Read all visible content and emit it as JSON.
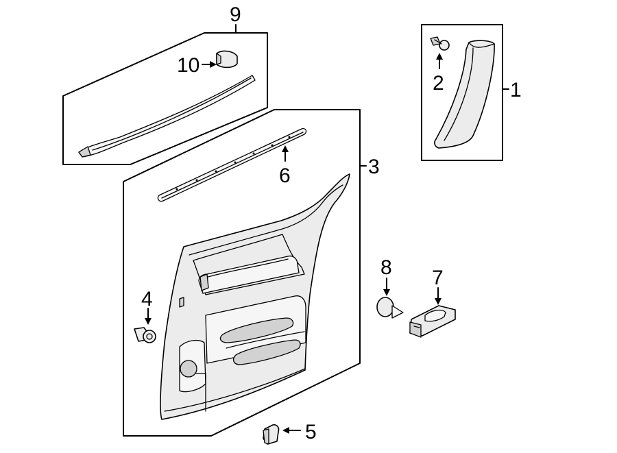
{
  "callouts": {
    "c1": "1",
    "c2": "2",
    "c3": "3",
    "c4": "4",
    "c5": "5",
    "c6": "6",
    "c7": "7",
    "c8": "8",
    "c9": "9",
    "c10": "10"
  },
  "colors": {
    "line": "#000000",
    "part_fill": "#ececec",
    "background": "#ffffff"
  }
}
